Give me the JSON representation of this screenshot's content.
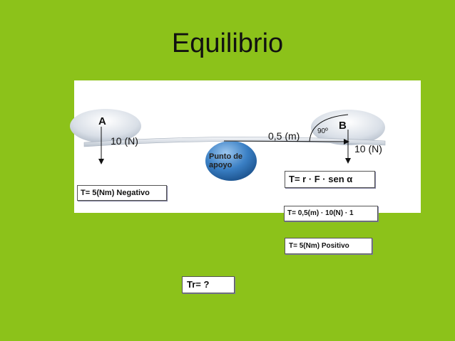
{
  "title": "Equilibrio",
  "labels": {
    "point_a": "A",
    "point_b": "B",
    "force_a": "10 (N)",
    "force_b": "10 (N)",
    "distance": "0,5 (m)",
    "angle": "90º",
    "pivot": "Punto de apoyo"
  },
  "boxes": {
    "torque_a": "T= 5(Nm) Negativo",
    "formula": "T= r · F · sen α",
    "substitution": "T= 0,5(m) · 10(N) · 1",
    "torque_b": "T= 5(Nm) Positivo",
    "resultant": "Tr= ?"
  },
  "colors": {
    "background": "#8cc21a",
    "beam": "#d8dfe8",
    "pivot": "#3a7fc4",
    "weights": "#dde3ea"
  }
}
